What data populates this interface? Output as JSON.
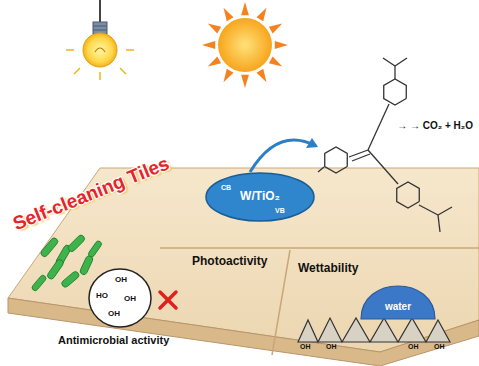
{
  "diagram": {
    "nodes": [
      {
        "text": [
          "W/TiO₂",
          "CB",
          "VB"
        ]
      },
      {
        "text": [
          "OH",
          "HO",
          "OH",
          "OH"
        ]
      },
      {
        "text": [
          "water"
        ]
      }
    ],
    "labels": [
      "Self-cleaning Tiles",
      "Photoactivity",
      "Wettability",
      "Antimicrobial activity",
      "→ → CO₂ + H₂O",
      "OH",
      "OH",
      "OH",
      "OH"
    ]
  }
}
